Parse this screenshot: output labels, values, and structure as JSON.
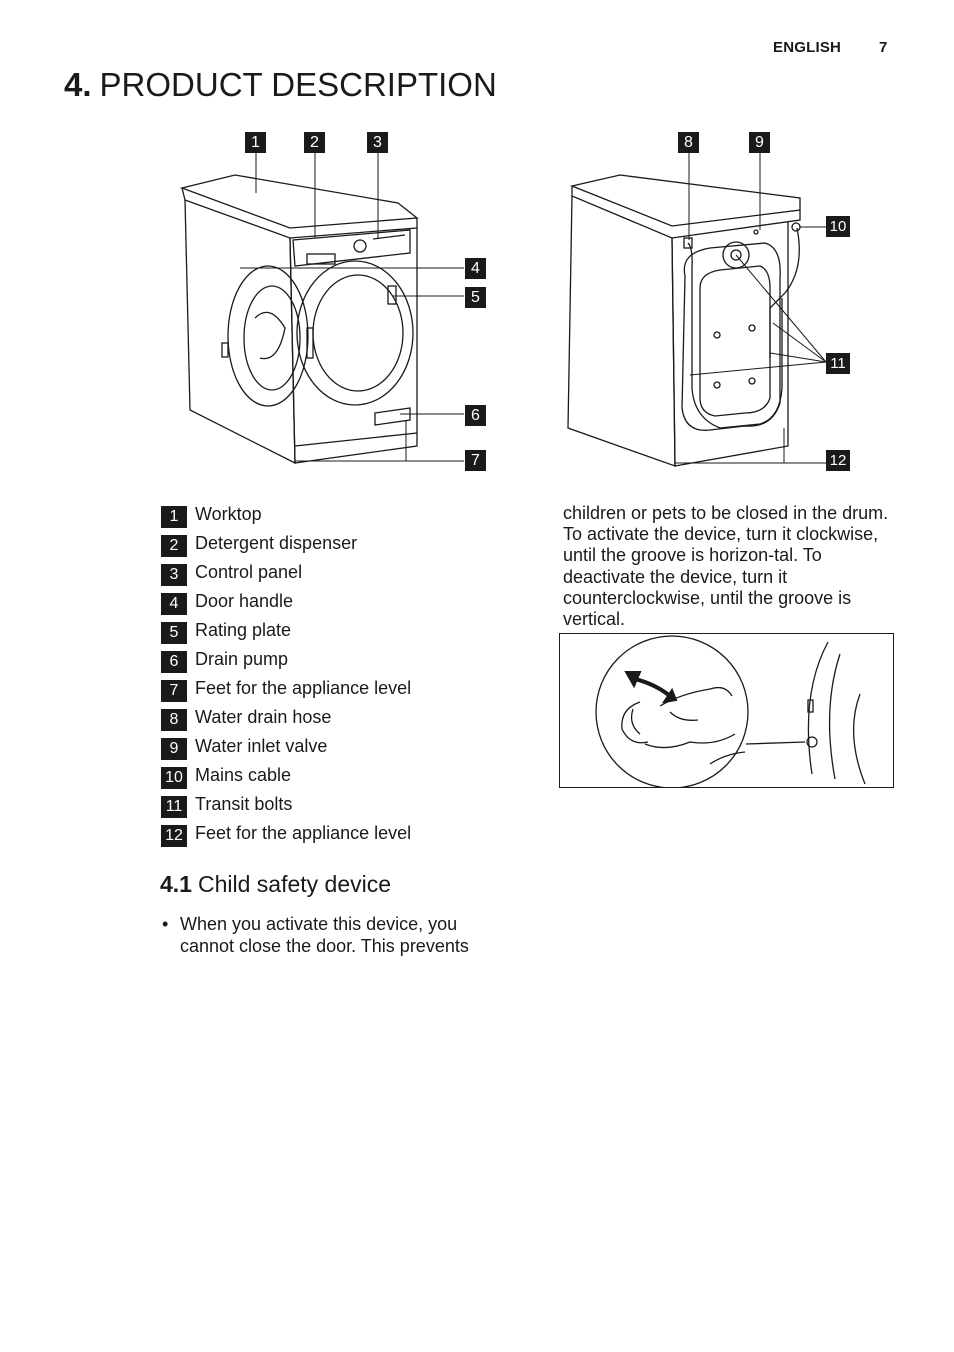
{
  "header": {
    "language": "ENGLISH",
    "page_number": "7"
  },
  "title": {
    "number": "4.",
    "text": "PRODUCT DESCRIPTION"
  },
  "figure_front": {
    "callouts": [
      "1",
      "2",
      "3",
      "4",
      "5",
      "6",
      "7"
    ]
  },
  "figure_back": {
    "callouts": [
      "8",
      "9",
      "10",
      "11",
      "12"
    ]
  },
  "legend": [
    {
      "num": "1",
      "label": "Worktop"
    },
    {
      "num": "2",
      "label": "Detergent dispenser"
    },
    {
      "num": "3",
      "label": "Control panel"
    },
    {
      "num": "4",
      "label": "Door handle"
    },
    {
      "num": "5",
      "label": "Rating plate"
    },
    {
      "num": "6",
      "label": "Drain pump"
    },
    {
      "num": "7",
      "label": "Feet for the appliance level"
    },
    {
      "num": "8",
      "label": "Water drain hose"
    },
    {
      "num": "9",
      "label": "Water inlet valve"
    },
    {
      "num": "10",
      "label": "Mains cable"
    },
    {
      "num": "11",
      "label": "Transit bolts"
    },
    {
      "num": "12",
      "label": "Feet for the appliance level"
    }
  ],
  "section": {
    "number": "4.1",
    "title": "Child safety device"
  },
  "bullet": {
    "symbol": "•",
    "text": "When you activate this device, you cannot close the door. This prevents"
  },
  "continuation_text": "children or pets to be closed in the drum. To activate the device, turn it clockwise, until the groove is horizon-tal. To deactivate the device, turn it counterclockwise, until the groove is vertical."
}
